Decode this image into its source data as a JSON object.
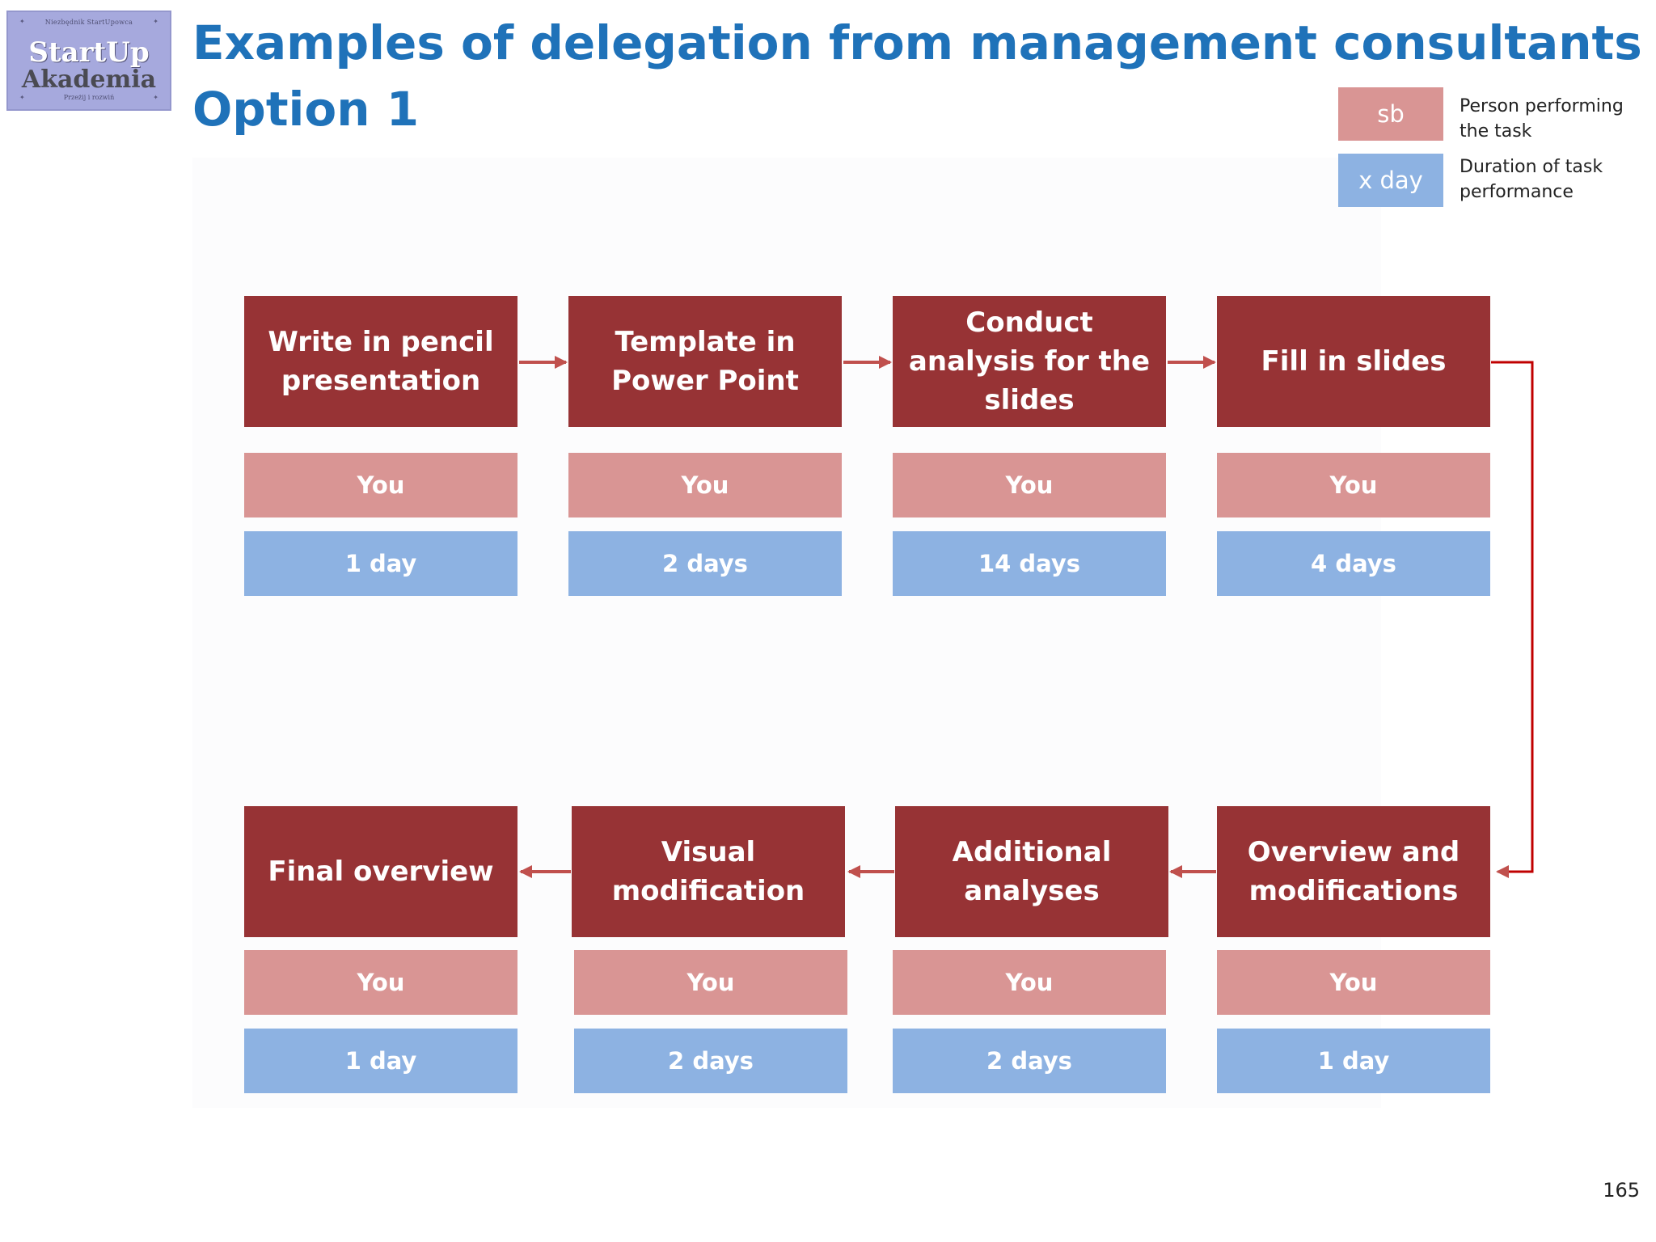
{
  "logo": {
    "line_top": "Niezbędnik StartUpowca",
    "line1": "StartUp",
    "line2": "Akademia",
    "line_bottom": "Przeżij i rozwiń"
  },
  "title": {
    "line1": "Examples of delegation from management consultants  -",
    "line2": "Option 1"
  },
  "legend": [
    {
      "box": "sb",
      "text_l1": "Person performing",
      "text_l2": "the task",
      "color": "#d99594"
    },
    {
      "box": "x day",
      "text_l1": "Duration of task",
      "text_l2": "performance",
      "color": "#8db2e2"
    }
  ],
  "steps": [
    {
      "title": "Write in pencil presentation",
      "person": "You",
      "duration": "1 day"
    },
    {
      "title": "Template in Power Point",
      "person": "You",
      "duration": "2 days"
    },
    {
      "title": "Conduct analysis for the slides",
      "person": "You",
      "duration": "14 days"
    },
    {
      "title": "Fill in slides",
      "person": "You",
      "duration": "4 days"
    },
    {
      "title": "Overview and modifications",
      "person": "You",
      "duration": "1 day"
    },
    {
      "title": "Additional analyses",
      "person": "You",
      "duration": "2 days"
    },
    {
      "title": "Visual modification",
      "person": "You",
      "duration": "2 days"
    },
    {
      "title": "Final overview",
      "person": "You",
      "duration": "1 day"
    }
  ],
  "colors": {
    "task": "#973335",
    "person": "#d99594",
    "duration": "#8db2e2",
    "arrow": "#c0504d",
    "title": "#1f72b9"
  },
  "page_number": "165"
}
